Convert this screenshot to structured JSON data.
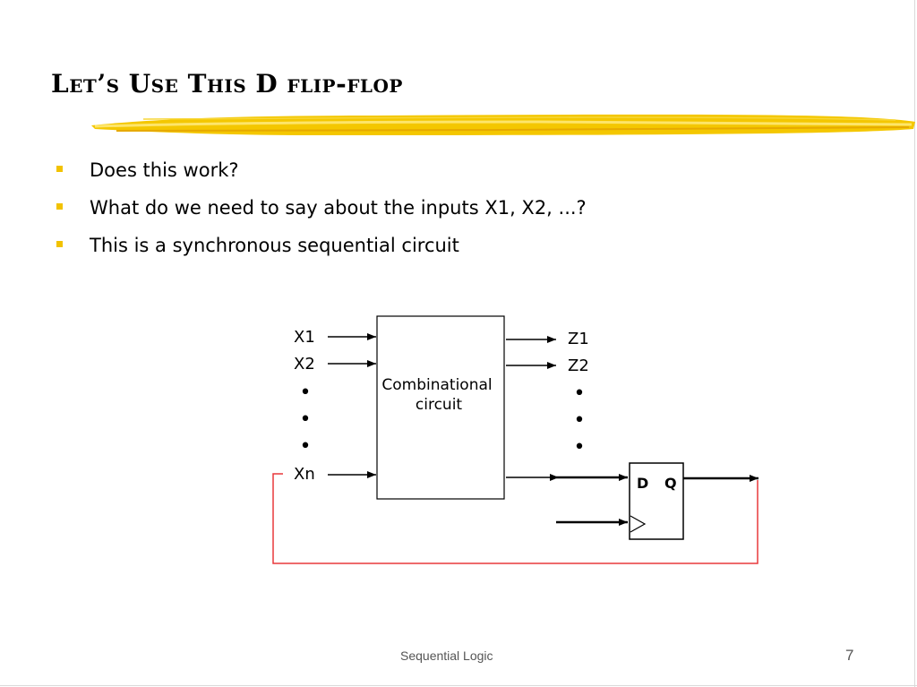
{
  "slide": {
    "title": "Let’s Use This D flip-flop",
    "bullets": [
      "Does this work?",
      "What do we need to say about the inputs X1, X2, ...?",
      "This is a synchronous sequential circuit"
    ],
    "footer": "Sequential Logic",
    "page_number": "7",
    "colors": {
      "accent": "#f2c200",
      "feedback_wire": "#e8383b"
    }
  },
  "diagram": {
    "inputs": [
      "X1",
      "X2",
      "Xn"
    ],
    "outputs": [
      "Z1",
      "Z2"
    ],
    "block_label_line1": "Combinational",
    "block_label_line2": "circuit",
    "ellipsis_dot": "•",
    "flipflop_d": "D",
    "flipflop_q": "Q"
  }
}
